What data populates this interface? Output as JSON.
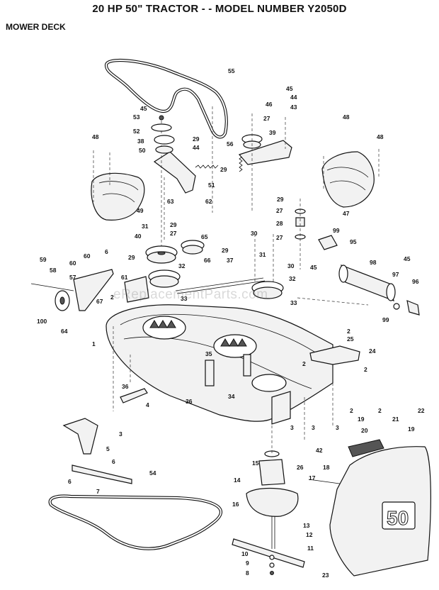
{
  "header": {
    "title": "20 HP 50\" TRACTOR - - MODEL NUMBER Y2050D",
    "section": "MOWER DECK"
  },
  "watermark": "eReplacementParts.com",
  "decal_text": "50",
  "callouts": [
    {
      "id": "c55",
      "label": "55"
    },
    {
      "id": "c46",
      "label": "46"
    },
    {
      "id": "c45a",
      "label": "45"
    },
    {
      "id": "c44a",
      "label": "44"
    },
    {
      "id": "c43",
      "label": "43"
    },
    {
      "id": "c27a",
      "label": "27"
    },
    {
      "id": "c39",
      "label": "39"
    },
    {
      "id": "c45b",
      "label": "45"
    },
    {
      "id": "c53",
      "label": "53"
    },
    {
      "id": "c52",
      "label": "52"
    },
    {
      "id": "c38",
      "label": "38"
    },
    {
      "id": "c50",
      "label": "50"
    },
    {
      "id": "c29a",
      "label": "29"
    },
    {
      "id": "c44b",
      "label": "44"
    },
    {
      "id": "c56",
      "label": "56"
    },
    {
      "id": "c48a",
      "label": "48"
    },
    {
      "id": "c48b",
      "label": "48"
    },
    {
      "id": "c48c",
      "label": "48"
    },
    {
      "id": "c29b",
      "label": "29"
    },
    {
      "id": "c51",
      "label": "51"
    },
    {
      "id": "c49",
      "label": "49"
    },
    {
      "id": "c63",
      "label": "63"
    },
    {
      "id": "c62",
      "label": "62"
    },
    {
      "id": "c29c",
      "label": "29"
    },
    {
      "id": "c27b",
      "label": "27"
    },
    {
      "id": "c28",
      "label": "28"
    },
    {
      "id": "c27c",
      "label": "27"
    },
    {
      "id": "c47",
      "label": "47"
    },
    {
      "id": "c31a",
      "label": "31"
    },
    {
      "id": "c29d",
      "label": "29"
    },
    {
      "id": "c27d",
      "label": "27"
    },
    {
      "id": "c40",
      "label": "40"
    },
    {
      "id": "c65",
      "label": "65"
    },
    {
      "id": "c30a",
      "label": "30"
    },
    {
      "id": "c99a",
      "label": "99"
    },
    {
      "id": "c95",
      "label": "95"
    },
    {
      "id": "c6a",
      "label": "6"
    },
    {
      "id": "c29e",
      "label": "29"
    },
    {
      "id": "c29f",
      "label": "29"
    },
    {
      "id": "c37",
      "label": "37"
    },
    {
      "id": "c31b",
      "label": "31"
    },
    {
      "id": "c30b",
      "label": "30"
    },
    {
      "id": "c45c",
      "label": "45"
    },
    {
      "id": "c98",
      "label": "98"
    },
    {
      "id": "c45d",
      "label": "45"
    },
    {
      "id": "c60a",
      "label": "60"
    },
    {
      "id": "c60b",
      "label": "60"
    },
    {
      "id": "c59",
      "label": "59"
    },
    {
      "id": "c58",
      "label": "58"
    },
    {
      "id": "c57",
      "label": "57"
    },
    {
      "id": "c61",
      "label": "61"
    },
    {
      "id": "c32a",
      "label": "32"
    },
    {
      "id": "c66",
      "label": "66"
    },
    {
      "id": "c32b",
      "label": "32"
    },
    {
      "id": "c97",
      "label": "97"
    },
    {
      "id": "c96",
      "label": "96"
    },
    {
      "id": "c2a",
      "label": "2"
    },
    {
      "id": "c67",
      "label": "67"
    },
    {
      "id": "c33a",
      "label": "33"
    },
    {
      "id": "c33b",
      "label": "33"
    },
    {
      "id": "c100",
      "label": "100"
    },
    {
      "id": "c64",
      "label": "64"
    },
    {
      "id": "c99b",
      "label": "99"
    },
    {
      "id": "c1",
      "label": "1"
    },
    {
      "id": "c2b",
      "label": "2"
    },
    {
      "id": "c25",
      "label": "25"
    },
    {
      "id": "c24",
      "label": "24"
    },
    {
      "id": "c35",
      "label": "35"
    },
    {
      "id": "c2c",
      "label": "2"
    },
    {
      "id": "c2d",
      "label": "2"
    },
    {
      "id": "c36a",
      "label": "36"
    },
    {
      "id": "c34",
      "label": "34"
    },
    {
      "id": "c4",
      "label": "4"
    },
    {
      "id": "c36b",
      "label": "36"
    },
    {
      "id": "c3a",
      "label": "3"
    },
    {
      "id": "c3b",
      "label": "3"
    },
    {
      "id": "c3c",
      "label": "3"
    },
    {
      "id": "c3d",
      "label": "3"
    },
    {
      "id": "c2e",
      "label": "2"
    },
    {
      "id": "c19a",
      "label": "19"
    },
    {
      "id": "c2f",
      "label": "2"
    },
    {
      "id": "c21",
      "label": "21"
    },
    {
      "id": "c22",
      "label": "22"
    },
    {
      "id": "c20",
      "label": "20"
    },
    {
      "id": "c19b",
      "label": "19"
    },
    {
      "id": "c42",
      "label": "42"
    },
    {
      "id": "c5",
      "label": "5"
    },
    {
      "id": "c26",
      "label": "26"
    },
    {
      "id": "c15",
      "label": "15"
    },
    {
      "id": "c18",
      "label": "18"
    },
    {
      "id": "c6b",
      "label": "6"
    },
    {
      "id": "c6c",
      "label": "6"
    },
    {
      "id": "c7",
      "label": "7"
    },
    {
      "id": "c54",
      "label": "54"
    },
    {
      "id": "c14",
      "label": "14"
    },
    {
      "id": "c17",
      "label": "17"
    },
    {
      "id": "c16",
      "label": "16"
    },
    {
      "id": "c13",
      "label": "13"
    },
    {
      "id": "c12",
      "label": "12"
    },
    {
      "id": "c11",
      "label": "11"
    },
    {
      "id": "c10",
      "label": "10"
    },
    {
      "id": "c9",
      "label": "9"
    },
    {
      "id": "c8",
      "label": "8"
    },
    {
      "id": "c23",
      "label": "23"
    }
  ]
}
